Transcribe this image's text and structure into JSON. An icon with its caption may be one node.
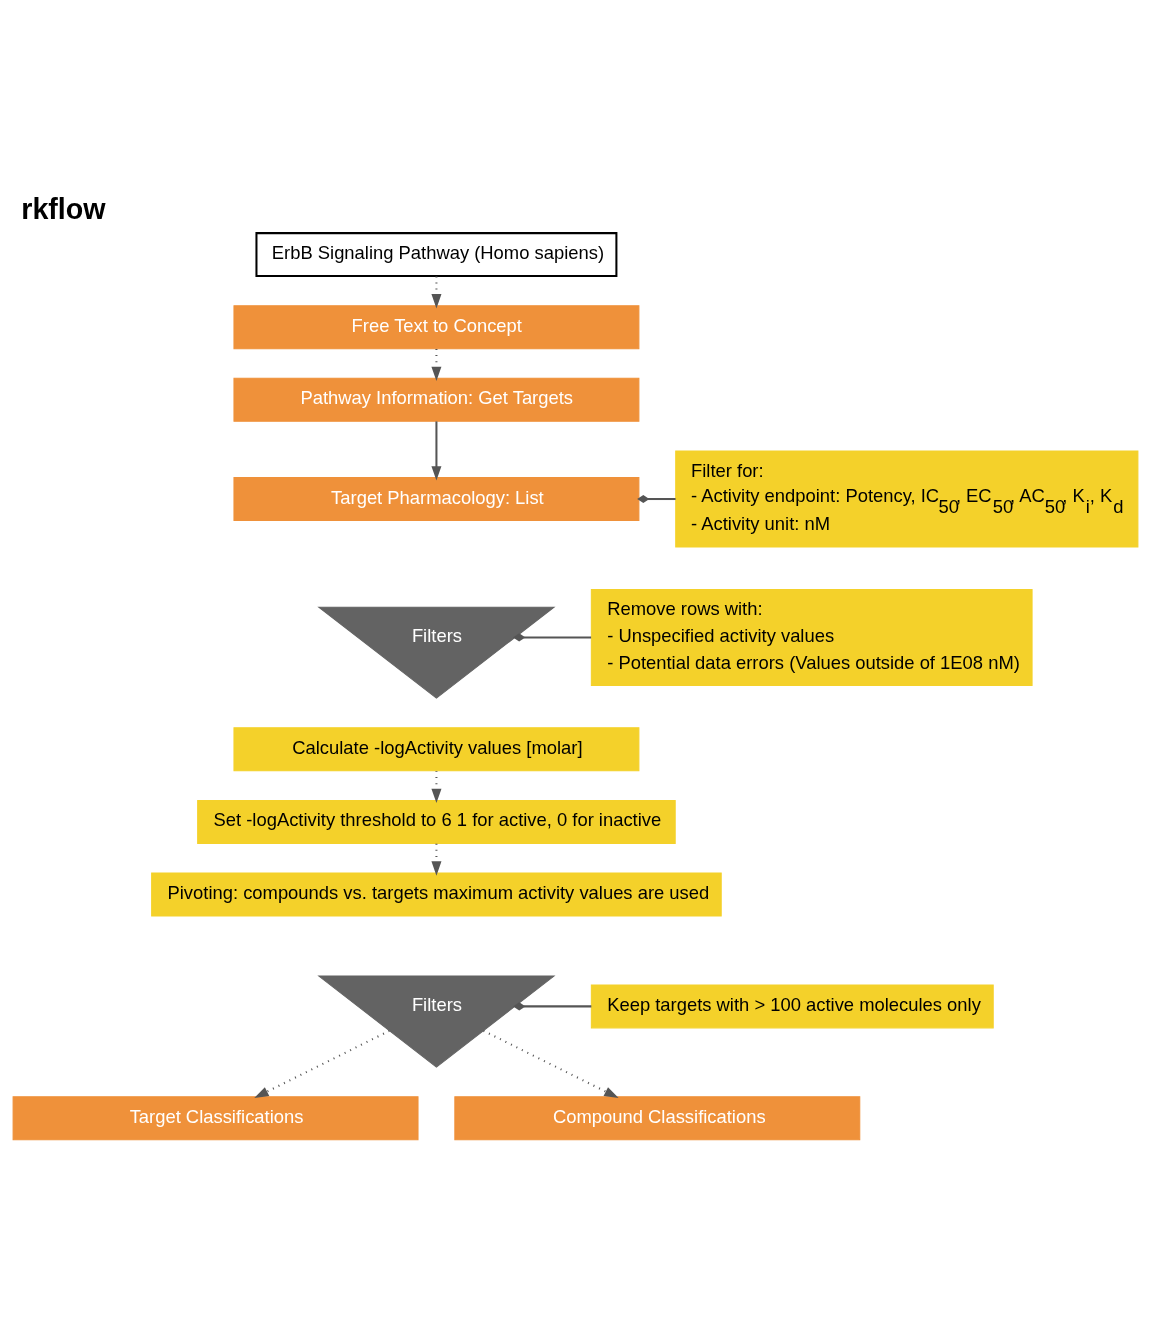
{
  "diagram": {
    "title": "rkflow",
    "nodes": [
      {
        "text": [
          "ErbB Signaling Pathway (Homo sapiens)"
        ]
      },
      {
        "text": [
          "Free Text to Concept"
        ]
      },
      {
        "text": [
          "Pathway Information: Get Targets"
        ]
      },
      {
        "text": [
          "Target Pharmacology: List"
        ]
      },
      {
        "text": [
          "Filters"
        ]
      },
      {
        "text": [
          "Calculate -logActivity values [molar]"
        ]
      },
      {
        "text": [
          "Set -logActivity threshold to 6 1 for active, 0 for inactive"
        ]
      },
      {
        "text": [
          "Pivoting: compounds vs. targets maximum activity values are used"
        ]
      },
      {
        "text": [
          "Filters"
        ]
      },
      {
        "text": [
          "Target Classifications"
        ]
      },
      {
        "text": [
          "Compound Classifications"
        ]
      },
      {
        "text": [
          "Filter for:",
          "- Activity endpoint: Potency, IC$_{50}$, EC$_{50}$, AC$_{50}$, K$_{i}$, K$_{d}$",
          "- Activity unit: nM"
        ]
      },
      {
        "text": [
          "Remove rows with:",
          "- Unspecified activity values",
          "- Potential data errors (Values outside of 1E08 nM)"
        ]
      },
      {
        "text": [
          "Keep targets with > 100 active molecules only"
        ]
      }
    ],
    "edges": [
      {
        "from": 0,
        "to": 1,
        "arrow": "to",
        "style": "dashed"
      },
      {
        "from": 1,
        "to": 2,
        "arrow": "to",
        "style": "dashed"
      },
      {
        "from": 2,
        "to": 3,
        "arrow": "to"
      },
      {
        "from": 5,
        "to": 6,
        "arrow": "to",
        "style": "dashed"
      },
      {
        "from": 6,
        "to": 7,
        "arrow": "to",
        "style": "dashed"
      },
      {
        "from": 8,
        "to": 9,
        "arrow": "to",
        "style": "dashed"
      },
      {
        "from": 8,
        "to": 10,
        "arrow": "to",
        "style": "dashed"
      },
      {
        "from": 11,
        "to": 3,
        "arrow": "other"
      },
      {
        "from": 12,
        "to": 4,
        "arrow": "other"
      },
      {
        "from": 13,
        "to": 8,
        "arrow": "other"
      }
    ]
  }
}
